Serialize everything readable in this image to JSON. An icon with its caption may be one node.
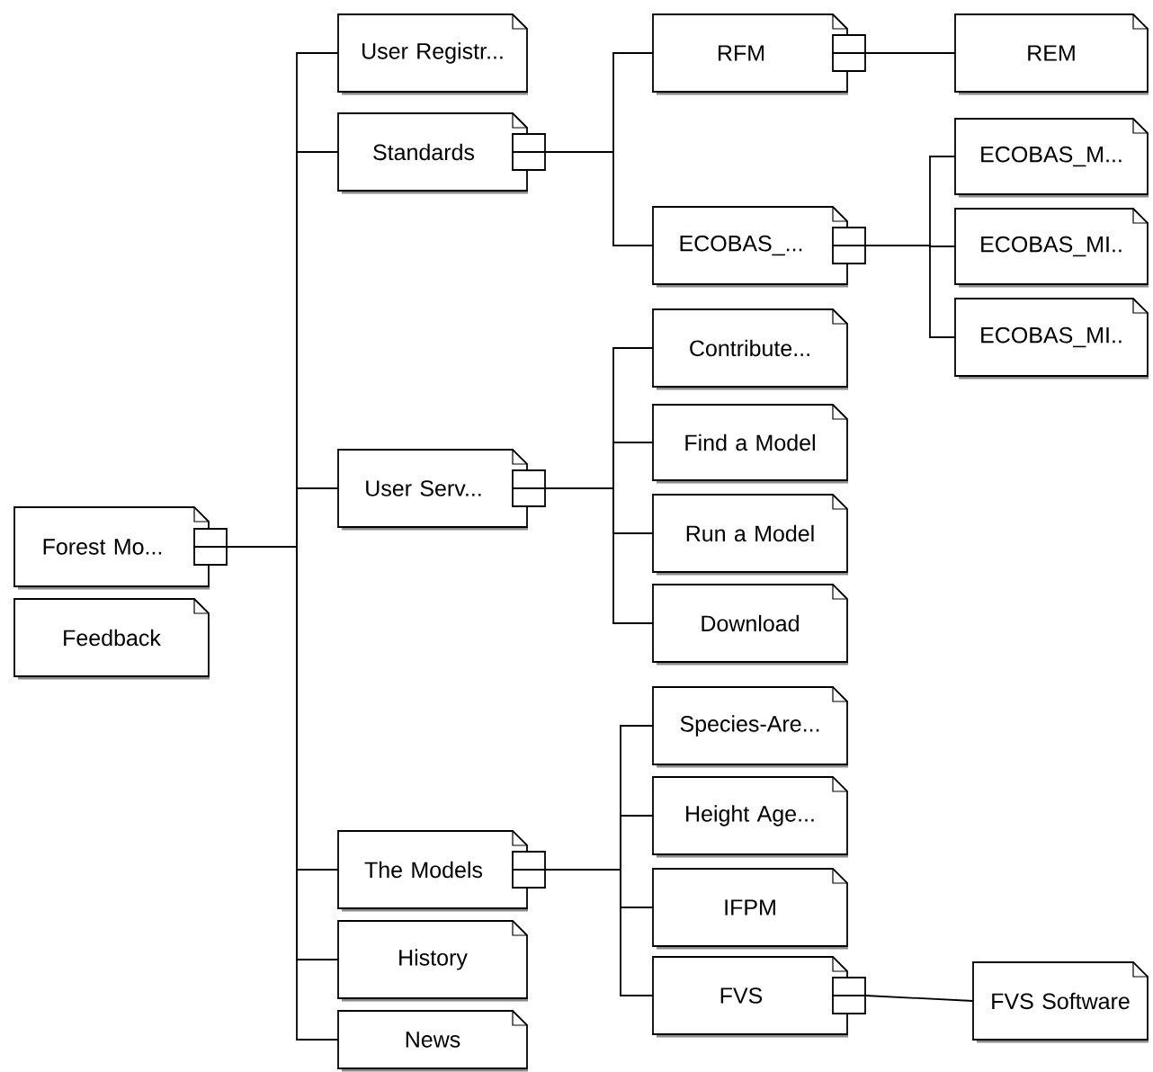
{
  "diagram": {
    "nodes": [
      {
        "text": [
          "Forest Mo..."
        ]
      },
      {
        "text": [
          "Feedback"
        ]
      },
      {
        "text": [
          "User Registr..."
        ]
      },
      {
        "text": [
          "Standards"
        ]
      },
      {
        "text": [
          "User Serv..."
        ]
      },
      {
        "text": [
          "The Models"
        ]
      },
      {
        "text": [
          "History"
        ]
      },
      {
        "text": [
          "News"
        ]
      },
      {
        "text": [
          "RFM"
        ]
      },
      {
        "text": [
          "ECOBAS_..."
        ]
      },
      {
        "text": [
          "REM"
        ]
      },
      {
        "text": [
          "ECOBAS_M..."
        ]
      },
      {
        "text": [
          "ECOBAS_MI.."
        ]
      },
      {
        "text": [
          "ECOBAS_MI.."
        ]
      },
      {
        "text": [
          "Contribute..."
        ]
      },
      {
        "text": [
          "Find a Model"
        ]
      },
      {
        "text": [
          "Run a Model"
        ]
      },
      {
        "text": [
          "Download"
        ]
      },
      {
        "text": [
          "Species-Are..."
        ]
      },
      {
        "text": [
          "Height Age..."
        ]
      },
      {
        "text": [
          "IFPM"
        ]
      },
      {
        "text": [
          "FVS"
        ]
      },
      {
        "text": [
          "FVS Software"
        ]
      }
    ],
    "edges": [
      {
        "from": 0,
        "to": 2,
        "arrow": "none"
      },
      {
        "from": 0,
        "to": 3,
        "arrow": "none"
      },
      {
        "from": 0,
        "to": 4,
        "arrow": "none"
      },
      {
        "from": 0,
        "to": 5,
        "arrow": "none"
      },
      {
        "from": 0,
        "to": 6,
        "arrow": "none"
      },
      {
        "from": 0,
        "to": 7,
        "arrow": "none"
      },
      {
        "from": 3,
        "to": 8,
        "arrow": "none"
      },
      {
        "from": 3,
        "to": 9,
        "arrow": "none"
      },
      {
        "from": 8,
        "to": 10,
        "arrow": "none"
      },
      {
        "from": 9,
        "to": 11,
        "arrow": "none"
      },
      {
        "from": 9,
        "to": 12,
        "arrow": "none"
      },
      {
        "from": 9,
        "to": 13,
        "arrow": "none"
      },
      {
        "from": 4,
        "to": 14,
        "arrow": "none"
      },
      {
        "from": 4,
        "to": 15,
        "arrow": "none"
      },
      {
        "from": 4,
        "to": 16,
        "arrow": "none"
      },
      {
        "from": 4,
        "to": 17,
        "arrow": "none"
      },
      {
        "from": 5,
        "to": 18,
        "arrow": "none"
      },
      {
        "from": 5,
        "to": 19,
        "arrow": "none"
      },
      {
        "from": 5,
        "to": 20,
        "arrow": "none"
      },
      {
        "from": 5,
        "to": 21,
        "arrow": "none"
      },
      {
        "from": 21,
        "to": 22,
        "arrow": "none"
      }
    ]
  }
}
